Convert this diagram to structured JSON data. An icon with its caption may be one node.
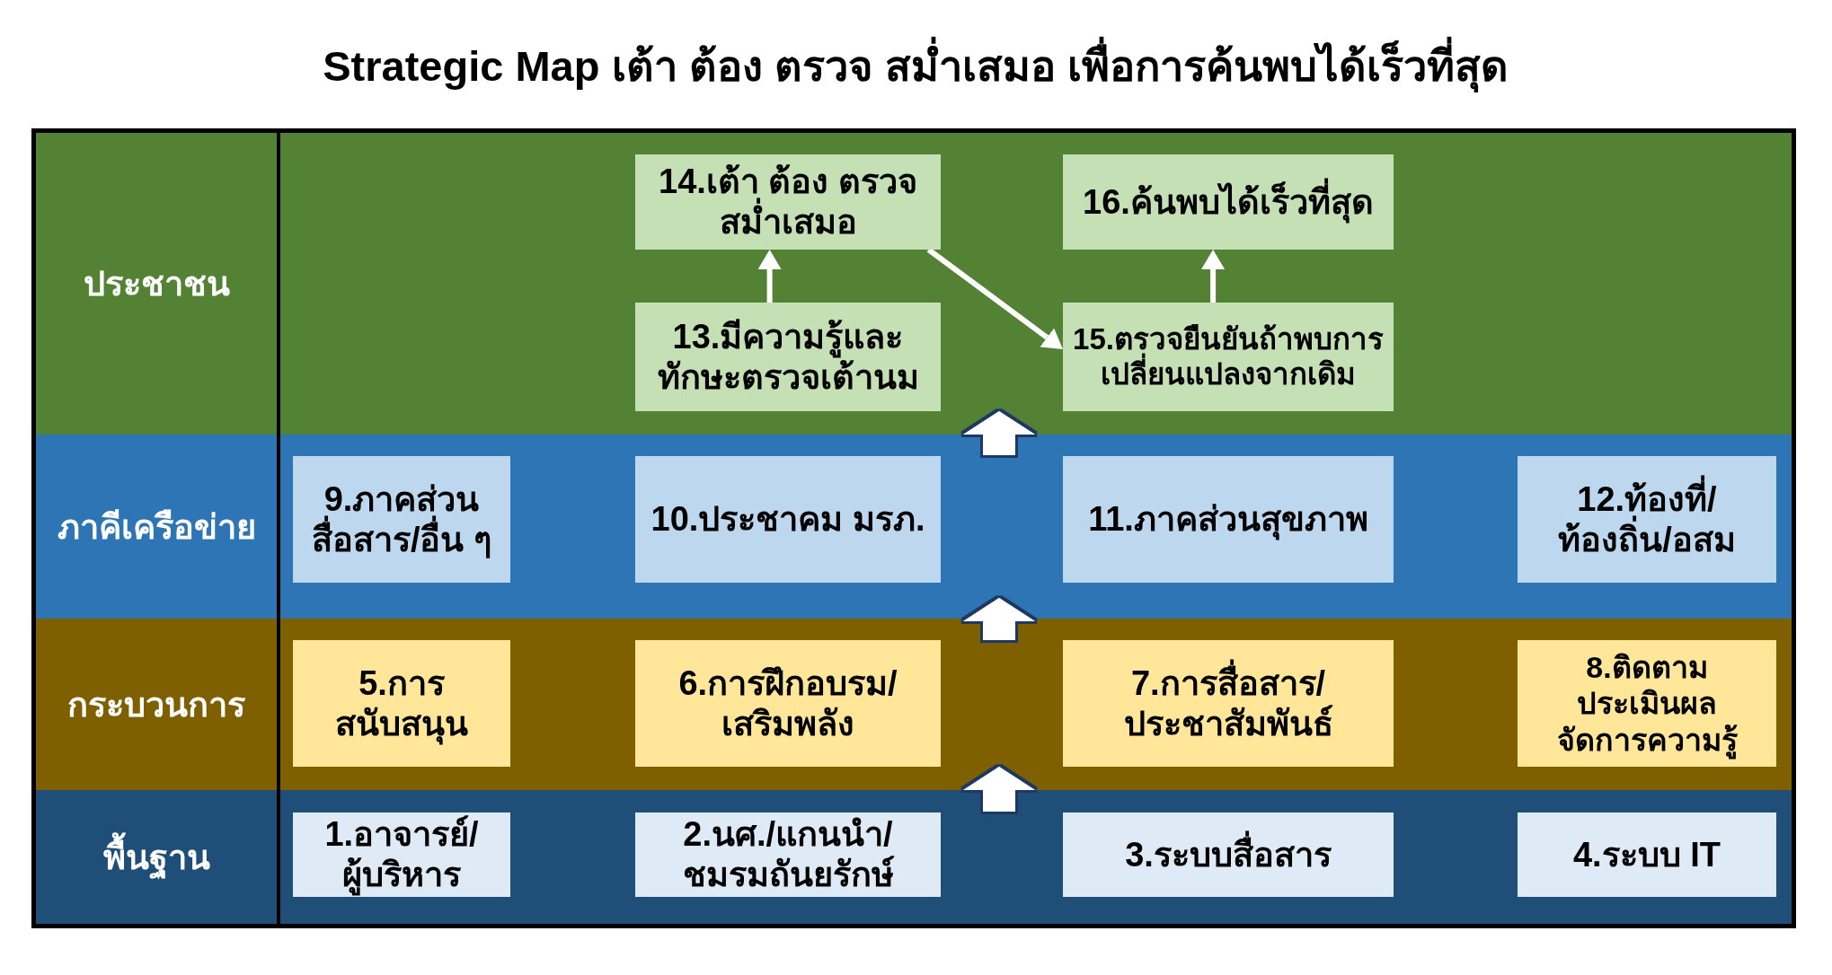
{
  "diagram": {
    "title": "Strategic Map เต้า ต้อง ตรวจ สม่ำเสมอ เพื่อการค้นพบได้เร็วที่สุด",
    "nodes": [
      {
        "text": [
          "ประชาชน"
        ]
      },
      {
        "text": [
          "14.เต้า ต้อง ตรวจ สม่ำเสมอ"
        ],
        "in": 0
      },
      {
        "text": [
          "16.ค้นพบได้เร็วที่สุด"
        ],
        "in": 0
      },
      {
        "text": [
          "13.มีความรู้และทักษะตรวจเต้านม"
        ],
        "in": 0
      },
      {
        "text": [
          "15.ตรวจยืนยันถ้าพบการเปลี่ยนแปลงจากเดิม"
        ],
        "in": 0
      },
      {
        "text": [
          "ภาคีเครือข่าย"
        ]
      },
      {
        "text": [
          "9.ภาคส่วนสื่อสาร/อื่น ๆ"
        ],
        "in": 5
      },
      {
        "text": [
          "10.ประชาคม มรภ."
        ],
        "in": 5
      },
      {
        "text": [
          "11.ภาคส่วนสุขภาพ"
        ],
        "in": 5
      },
      {
        "text": [
          "12.ท้องที่/ท้องถิ่น/อสม"
        ],
        "in": 5
      },
      {
        "text": [
          "กระบวนการ"
        ]
      },
      {
        "text": [
          "5.การสนับสนุน"
        ],
        "in": 10
      },
      {
        "text": [
          "6.การฝึกอบรม/เสริมพลัง"
        ],
        "in": 10
      },
      {
        "text": [
          "7.การสื่อสาร/ประชาสัมพันธ์"
        ],
        "in": 10
      },
      {
        "text": [
          "8.ติดตามประเมินผลจัดการความรู้"
        ],
        "in": 10
      },
      {
        "text": [
          "พื้นฐาน"
        ]
      },
      {
        "text": [
          "1.อาจารย์/ผู้บริหาร"
        ],
        "in": 15
      },
      {
        "text": [
          "2.นศ./แกนนำ/ชมรมถันยรักษ์"
        ],
        "in": 15
      },
      {
        "text": [
          "3.ระบบสื่อสาร"
        ],
        "in": 15
      },
      {
        "text": [
          "4.ระบบ IT"
        ],
        "in": 15
      }
    ],
    "edges": [
      {
        "from": 3,
        "to": 1,
        "arrow": "to"
      },
      {
        "from": 1,
        "to": 4,
        "arrow": "to"
      },
      {
        "from": 4,
        "to": 2,
        "arrow": "to"
      },
      {
        "from": 5,
        "to": 0,
        "arrow": "to",
        "style": "thick"
      },
      {
        "from": 10,
        "to": 5,
        "arrow": "to",
        "style": "thick"
      },
      {
        "from": 15,
        "to": 10,
        "arrow": "to",
        "style": "thick"
      }
    ]
  }
}
